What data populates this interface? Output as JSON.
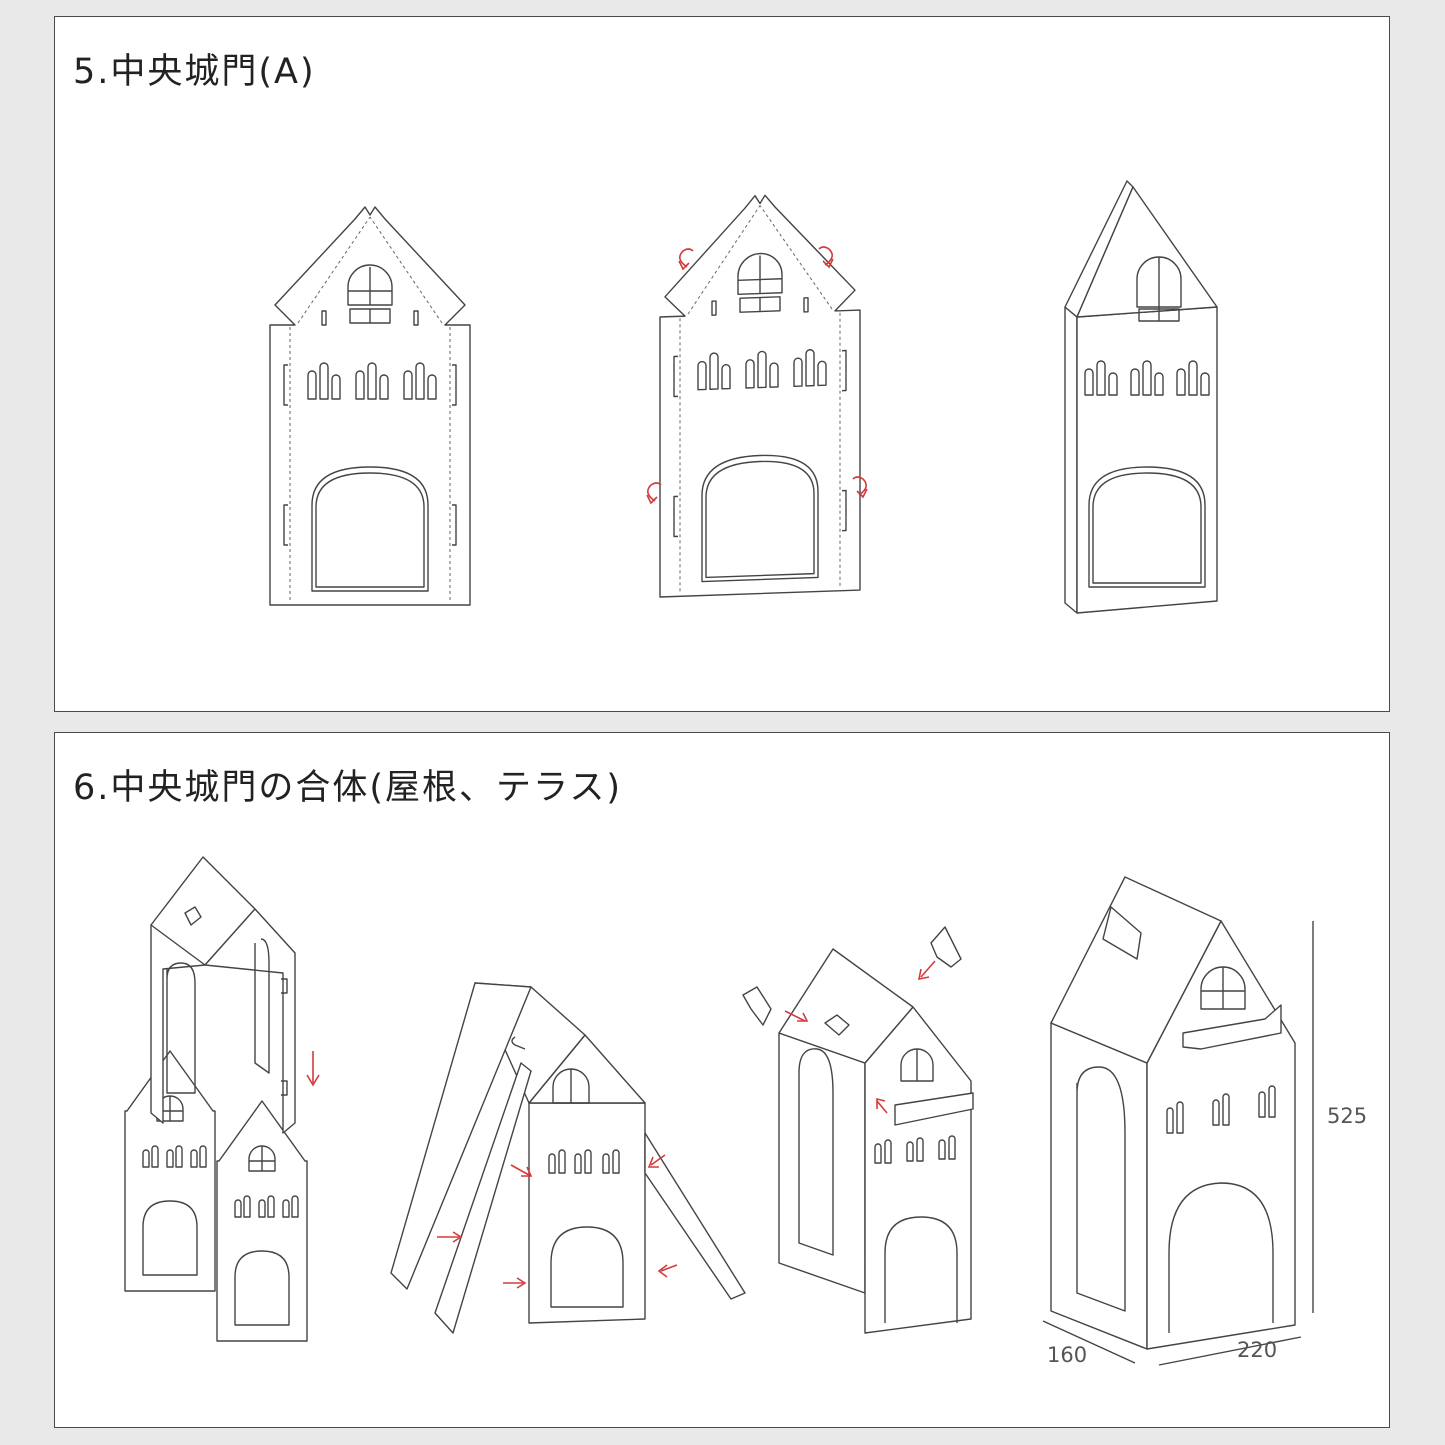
{
  "steps": [
    {
      "id": "5",
      "title": "5.中央城門(A)"
    },
    {
      "id": "6",
      "title": "6.中央城門の合体(屋根、テラス)"
    }
  ],
  "dimensions": {
    "height": "525",
    "depth": "160",
    "width": "220"
  },
  "colors": {
    "panel_background": "#ffffff",
    "page_background": "#e9e9e9",
    "line": "#444444",
    "arrow": "#d23c3c"
  }
}
